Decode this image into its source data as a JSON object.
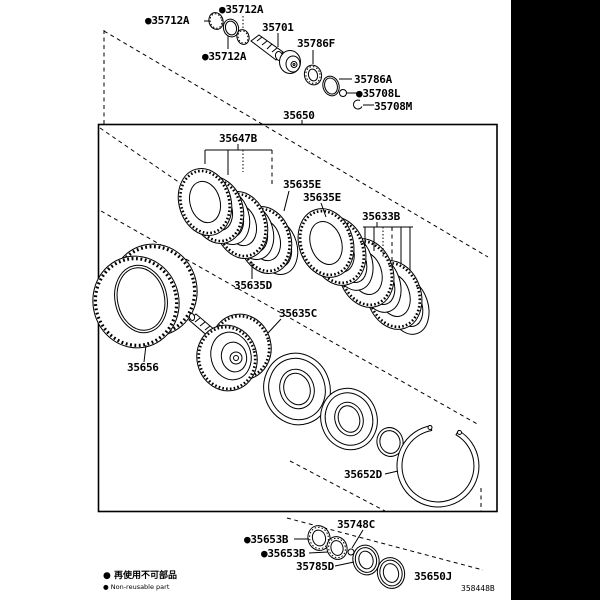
{
  "diagram": {
    "part_labels": {
      "p35712a": "●35712A",
      "p35701": "35701",
      "p35786f": "35786F",
      "p35786a": "35786A",
      "p35708l": "●35708L",
      "p35708m": "35708M",
      "p35650": "35650",
      "p35647b": "35647B",
      "p35635e": "35635E",
      "p35633b": "35633B",
      "p35635d": "35635D",
      "p35635c": "35635C",
      "p35656": "35656",
      "p35652d": "35652D",
      "p35748c": "35748C",
      "p35653b": "●35653B",
      "p35785d": "35785D",
      "p35650j": "35650J"
    },
    "legend": {
      "nonreusable_ja": "● 再使用不可部品",
      "nonreusable_en": "● Non-reusable part"
    },
    "drawing_code": "358448B",
    "colors": {
      "ink": "#000000",
      "paper": "#ffffff",
      "scan_band": "#000000"
    }
  }
}
